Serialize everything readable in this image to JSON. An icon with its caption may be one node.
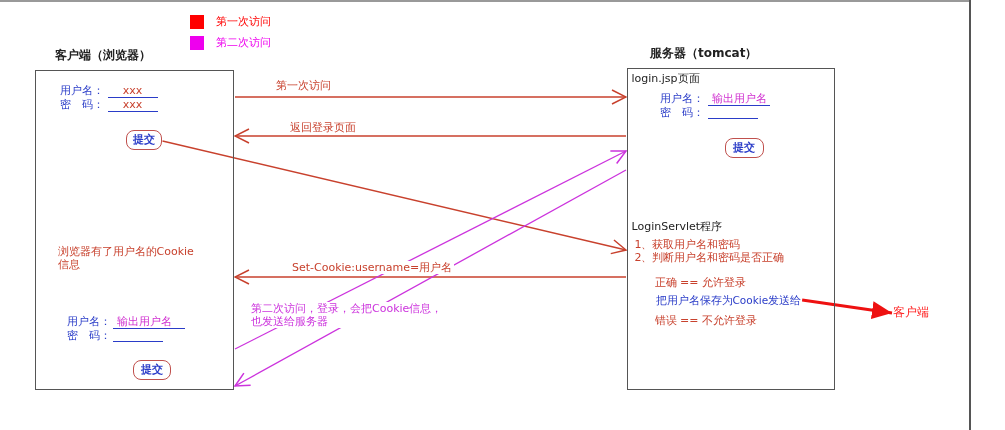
{
  "diagram": {
    "nodes": [
      {
        "text": [
          "客户端（浏览器）",
          "用户名：",
          "xxx",
          "密　码：",
          "xxx",
          "浏览器有了用户名的Cookie信息",
          "用户名：",
          "输出用户名",
          "密　码："
        ]
      },
      {
        "text": [
          "提交"
        ],
        "in": 0
      },
      {
        "text": [
          "提交"
        ],
        "in": 0
      },
      {
        "text": [
          "服务器（tomcat）",
          "login.jsp页面",
          "用户名：",
          "输出用户名",
          "密　码：",
          "LoginServlet程序",
          "1、获取用户名和密码",
          "2、判断用户名和密码是否正确",
          "正确 == 允许登录",
          "错误 == 不允许登录"
        ]
      },
      {
        "text": [
          "提交"
        ],
        "in": 3
      },
      {
        "text": [
          "把用户名保存为Cookie发送给"
        ],
        "in": 3
      },
      {
        "text": [
          "客户端"
        ]
      }
    ],
    "edges": [
      {
        "from": 0,
        "to": 3,
        "arrow": "to",
        "label": "第一次访问"
      },
      {
        "from": 3,
        "to": 0,
        "arrow": "to",
        "label": "返回登录页面"
      },
      {
        "from": 1,
        "to": 3,
        "arrow": "to"
      },
      {
        "from": 3,
        "to": 0,
        "arrow": "to",
        "label": "Set-Cookie:username=用户名"
      },
      {
        "from": 0,
        "to": 3,
        "arrow": "to",
        "label": "第二次访问，登录，会把Cookie信息，也发送给服务器",
        "color": "#cc33dd"
      },
      {
        "from": 3,
        "to": 0,
        "arrow": "to",
        "color": "#cc33dd"
      },
      {
        "from": 5,
        "to": 6,
        "arrow": "to",
        "style": "thick",
        "color": "#ee1111"
      }
    ],
    "legend": [
      {
        "text": "第一次访问",
        "color": "#ff0000"
      },
      {
        "text": "第二次访问",
        "color": "#ee00ee"
      }
    ]
  }
}
